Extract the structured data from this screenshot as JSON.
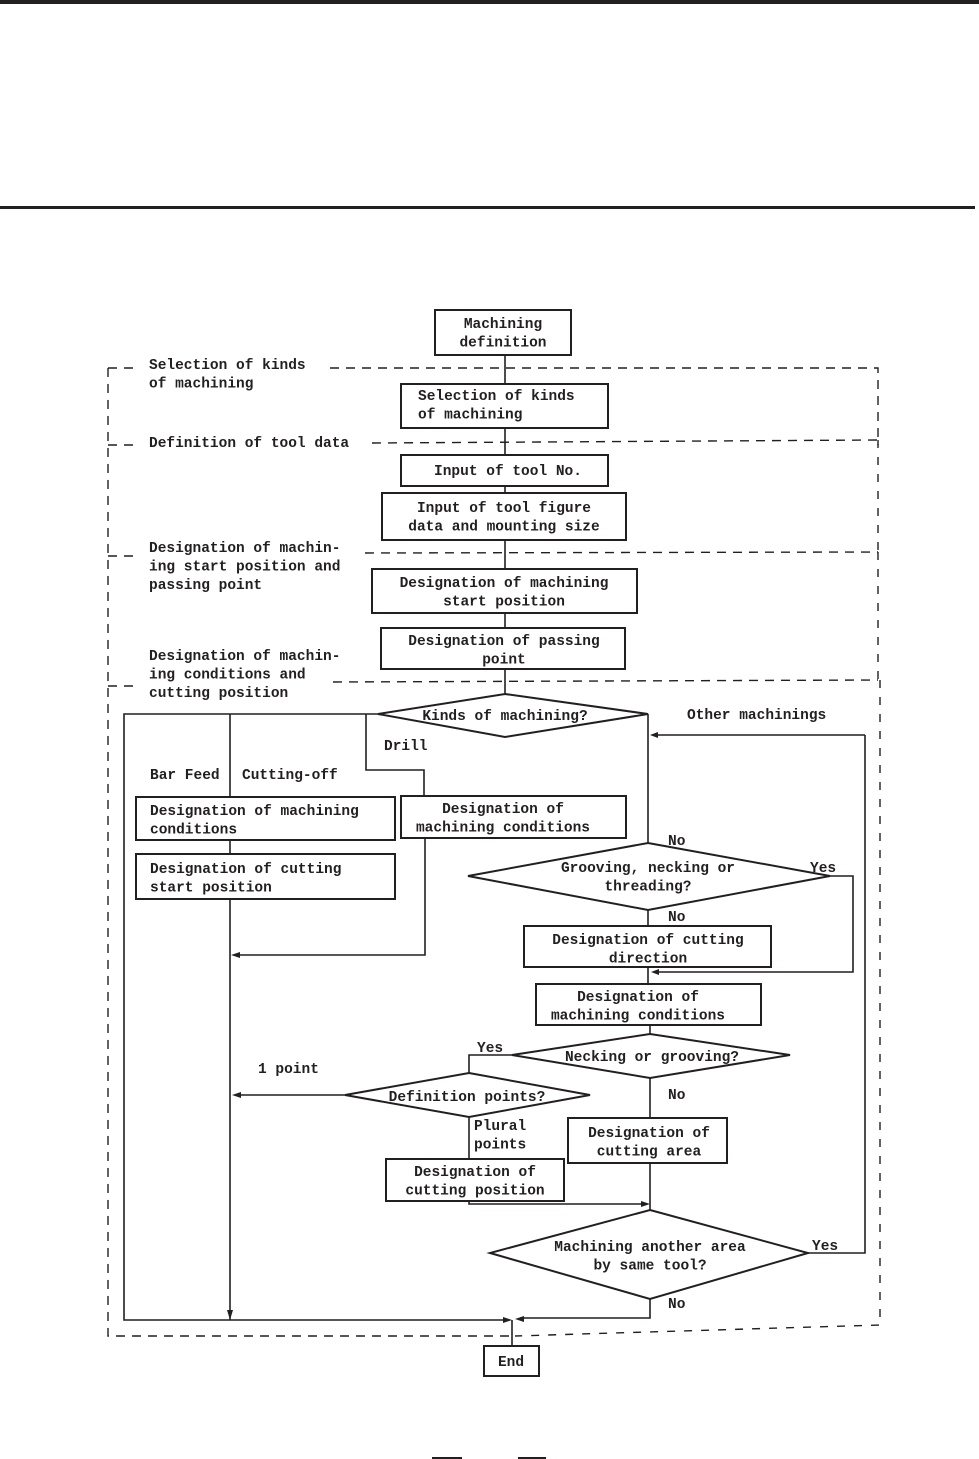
{
  "diagram": {
    "title": "Machining definition flowchart",
    "sections": {
      "s1": "Selection of kinds|of machining",
      "s2": "Definition of tool data",
      "s3": "Designation of machin-|ing start position and|passing point",
      "s4": "Designation of machin-|ing conditions and|cutting position"
    },
    "boxes": {
      "start": "Machining|definition",
      "select_kinds": "Selection of kinds|of machining",
      "tool_no": "Input of tool No.",
      "tool_figure": "Input of tool figure|data and mounting size",
      "start_position": "Designation of machining|start position",
      "passing_point": "Designation of passing|point",
      "cond_left": "Designation of machining|conditions",
      "cut_start": "Designation of cutting|start position",
      "cond_drill": "Designation of|machining conditions",
      "cut_direction": "Designation of cutting|direction",
      "cond_right": "Designation of|machining conditions",
      "cut_area": "Designation of|cutting area",
      "cut_position": "Designation of|cutting position",
      "end": "End"
    },
    "decisions": {
      "kinds": "Kinds of machining?",
      "grooving": "Grooving, necking or|threading?",
      "necking": "Necking or grooving?",
      "def_points": "Definition points?",
      "another_area": "Machining another area|by same tool?"
    },
    "labels": {
      "bar_feed": "Bar Feed",
      "cutting_off": "Cutting-off",
      "drill": "Drill",
      "other": "Other machinings",
      "no_1": "No",
      "yes_1": "Yes",
      "no_2": "No",
      "yes_2": "Yes",
      "no_3": "No",
      "one_point": "1 point",
      "plural": "Plural|points",
      "yes_3": "Yes",
      "no_4": "No"
    }
  }
}
